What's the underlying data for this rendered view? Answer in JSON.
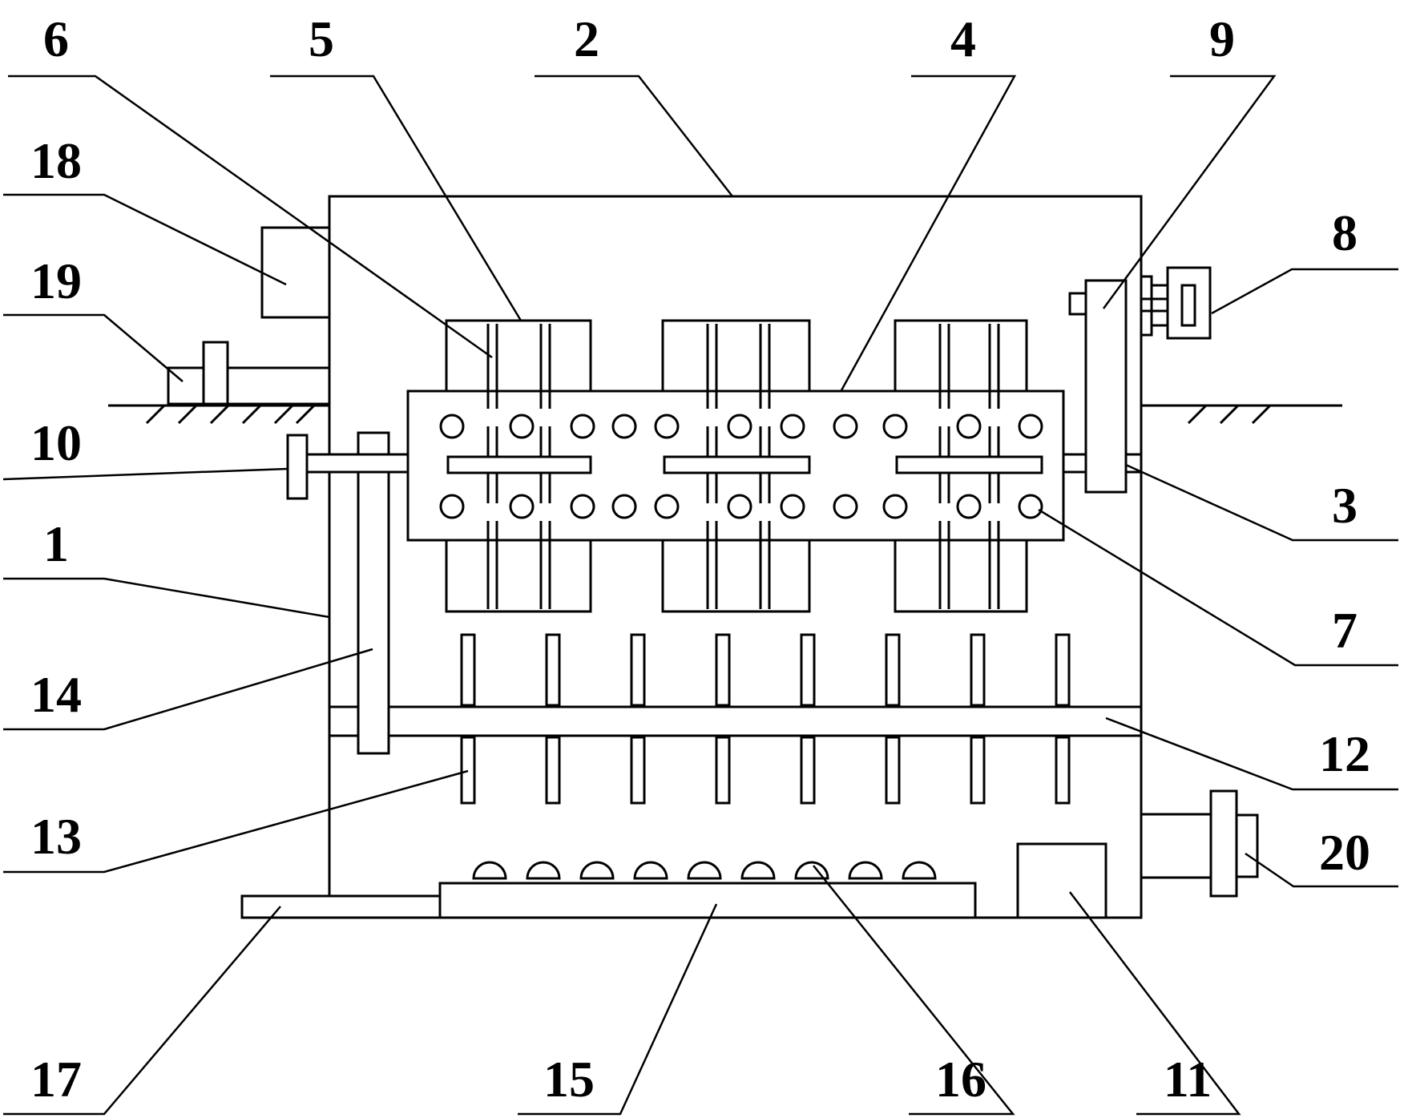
{
  "colors": {
    "stroke": "#000000",
    "background": "#ffffff"
  },
  "labels": {
    "l1": "1",
    "l2": "2",
    "l3": "3",
    "l4": "4",
    "l5": "5",
    "l6": "6",
    "l7": "7",
    "l8": "8",
    "l9": "9",
    "l10": "10",
    "l11": "11",
    "l12": "12",
    "l13": "13",
    "l14": "14",
    "l15": "15",
    "l16": "16",
    "l17": "17",
    "l18": "18",
    "l19": "19",
    "l20": "20"
  }
}
